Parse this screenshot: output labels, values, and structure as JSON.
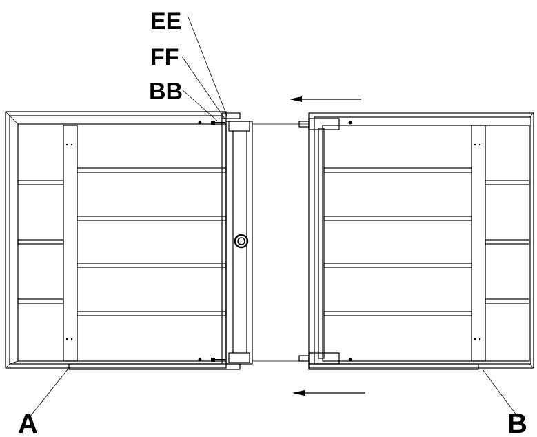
{
  "labels": {
    "ee": "EE",
    "ff": "FF",
    "bb": "BB",
    "a": "A",
    "b": "B"
  },
  "colors": {
    "line": "#000000",
    "background": "#ffffff"
  },
  "icons": {
    "arrow_top": "arrow-left-icon",
    "arrow_bottom": "arrow-left-icon"
  }
}
